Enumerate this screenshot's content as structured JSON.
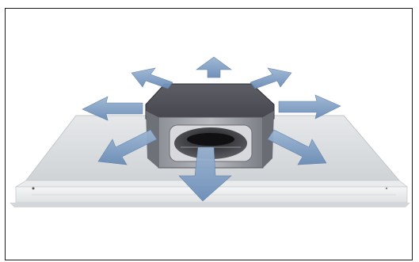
{
  "figure": {
    "subject": "fan-unit-airflow-illustration",
    "elements": [
      "frame",
      "ceiling-panel",
      "fan-housing",
      "fan-impeller",
      "airflow-arrows"
    ],
    "airflow_arrow_count": 8,
    "colors": {
      "border": "#1a1a1a",
      "panel_top": "#d9dcde",
      "panel_edge": "#eceeef",
      "housing": "#4a4b52",
      "arrow": "#7c9bc0"
    },
    "icons": [
      "airflow-arrow-icon"
    ]
  }
}
